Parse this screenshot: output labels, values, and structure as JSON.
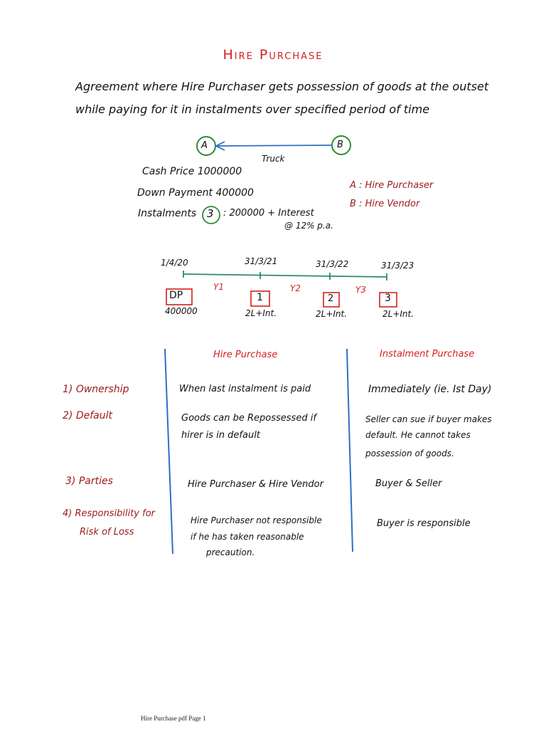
{
  "title": "Hire Purchase",
  "definition": {
    "line1": "Agreement where Hire Purchaser gets possession of goods at the outset",
    "line2": "while paying for it in instalments over specified period of time"
  },
  "diagram": {
    "node_a": "A",
    "node_b": "B",
    "edge_label": "Truck",
    "cash_price": "Cash Price 1000000",
    "down_payment": "Down Payment 400000",
    "instalments_prefix": "Instalments",
    "instalments_count": "3",
    "instalments_suffix": ": 200000 + Interest",
    "interest_rate": "@ 12% p.a.",
    "legend_a": "A : Hire Purchaser",
    "legend_b": "B : Hire Vendor"
  },
  "timeline": {
    "dates": [
      "1/4/20",
      "31/3/21",
      "31/3/22",
      "31/3/23"
    ],
    "periods": [
      "Y1",
      "Y2",
      "Y3"
    ],
    "boxes": [
      "DP",
      "1",
      "2",
      "3"
    ],
    "amounts": [
      "400000",
      "2L+Int.",
      "2L+Int.",
      "2L+Int."
    ]
  },
  "comparison": {
    "col1_header": "Hire Purchase",
    "col2_header": "Instalment Purchase",
    "rows": [
      {
        "label": "1) Ownership",
        "hire": [
          "When last instalment is paid"
        ],
        "instalment": [
          "Immediately (ie. Ist Day)"
        ]
      },
      {
        "label": "2) Default",
        "hire": [
          "Goods can be Repossessed if",
          "hirer is in default"
        ],
        "instalment": [
          "Seller can sue if buyer makes",
          "default. He cannot takes",
          "possession of goods."
        ]
      },
      {
        "label": "3) Parties",
        "hire": [
          "Hire Purchaser & Hire Vendor"
        ],
        "instalment": [
          "Buyer & Seller"
        ]
      },
      {
        "label": "4) Responsibility for",
        "label2": "Risk of Loss",
        "hire": [
          "Hire Purchaser not responsible",
          "if he has taken reasonable",
          "precaution."
        ],
        "instalment": [
          "Buyer is responsible"
        ]
      }
    ]
  },
  "footer": "Hire Purchase pdf Page 1",
  "colors": {
    "red": "#d42020",
    "maroon": "#9b1a1a",
    "green": "#2e8b3a",
    "blue": "#2f6fc4",
    "timeline": "#2e8b6a"
  }
}
